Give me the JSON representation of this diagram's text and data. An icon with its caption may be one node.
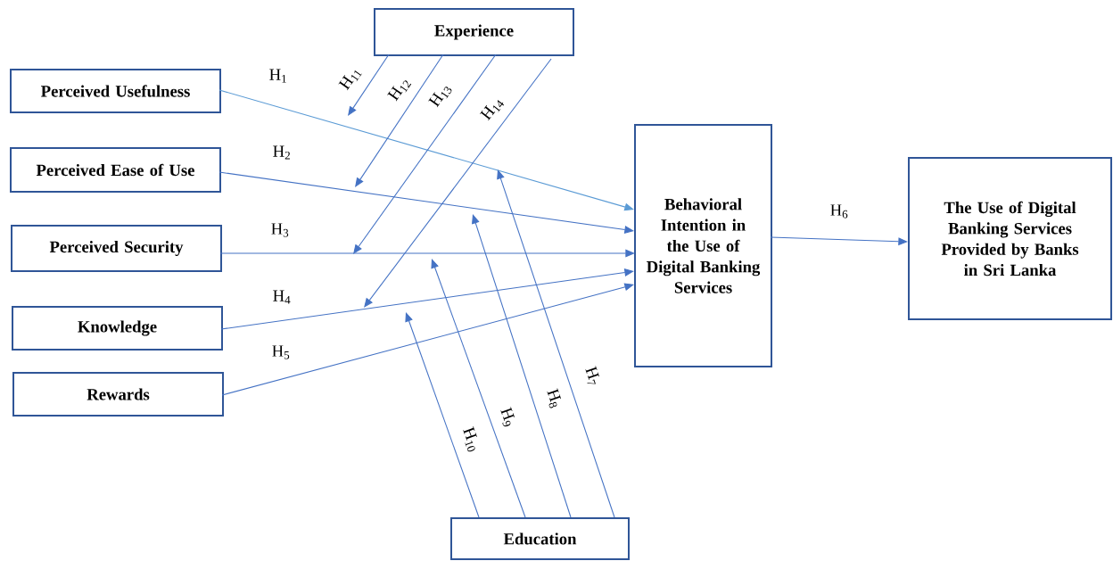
{
  "diagram": {
    "nodes": [
      {
        "text": [
          "Experience"
        ]
      },
      {
        "text": [
          "Perceived Usefulness"
        ]
      },
      {
        "text": [
          "Perceived Ease of Use"
        ]
      },
      {
        "text": [
          "Perceived Security"
        ]
      },
      {
        "text": [
          "Knowledge"
        ]
      },
      {
        "text": [
          "Rewards"
        ]
      },
      {
        "text": [
          "Behavioral Intention in the Use of Digital Banking Services"
        ]
      },
      {
        "text": [
          "The Use of Digital Banking Services Provided by Banks in Sri Lanka"
        ]
      },
      {
        "text": [
          "Education"
        ]
      }
    ],
    "edges": [
      {
        "from": 1,
        "to": 6,
        "arrow": "to",
        "label": "H$_{1}$",
        "color": "#5b9bd5"
      },
      {
        "from": 2,
        "to": 6,
        "arrow": "to",
        "label": "H$_{2}$"
      },
      {
        "from": 3,
        "to": 6,
        "arrow": "to",
        "label": "H$_{3}$"
      },
      {
        "from": 4,
        "to": 6,
        "arrow": "to",
        "label": "H$_{4}$"
      },
      {
        "from": 5,
        "to": 6,
        "arrow": "to",
        "label": "H$_{5}$"
      },
      {
        "from": 6,
        "to": 7,
        "arrow": "to",
        "label": "H$_{6}$"
      },
      {
        "from": 8,
        "to": null,
        "arrow": "to",
        "label": "H$_{7}$"
      },
      {
        "from": 8,
        "to": null,
        "arrow": "to",
        "label": "H$_{8}$"
      },
      {
        "from": 8,
        "to": null,
        "arrow": "to",
        "label": "H$_{9}$"
      },
      {
        "from": 8,
        "to": null,
        "arrow": "to",
        "label": "H$_{10}$"
      },
      {
        "from": 0,
        "to": null,
        "arrow": "to",
        "label": "H$_{11}$"
      },
      {
        "from": 0,
        "to": null,
        "arrow": "to",
        "label": "H$_{12}$"
      },
      {
        "from": 0,
        "to": null,
        "arrow": "to",
        "label": "H$_{13}$"
      },
      {
        "from": 0,
        "to": null,
        "arrow": "to",
        "label": "H$_{14}$"
      }
    ]
  }
}
